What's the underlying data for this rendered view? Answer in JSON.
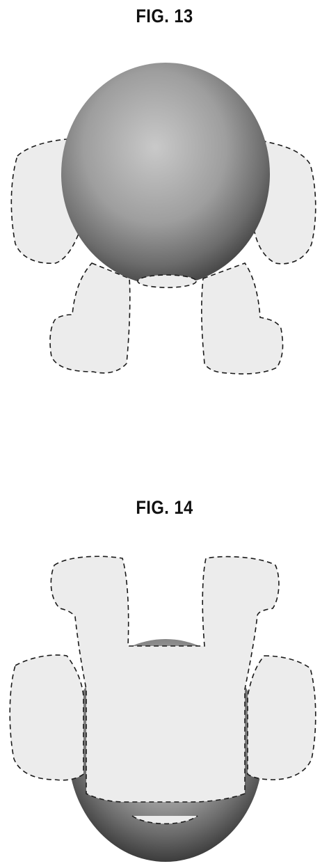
{
  "figures": [
    {
      "id": "fig13",
      "title": "FIG. 13"
    },
    {
      "id": "fig14",
      "title": "FIG. 14"
    }
  ],
  "colors": {
    "background": "#ffffff",
    "dashed_fill": "#ececec",
    "dashed_stroke": "#1a1a1a",
    "sphere_light": "#d9d9d9",
    "sphere_mid": "#9a9a9a",
    "sphere_dark": "#3a3a3a"
  }
}
